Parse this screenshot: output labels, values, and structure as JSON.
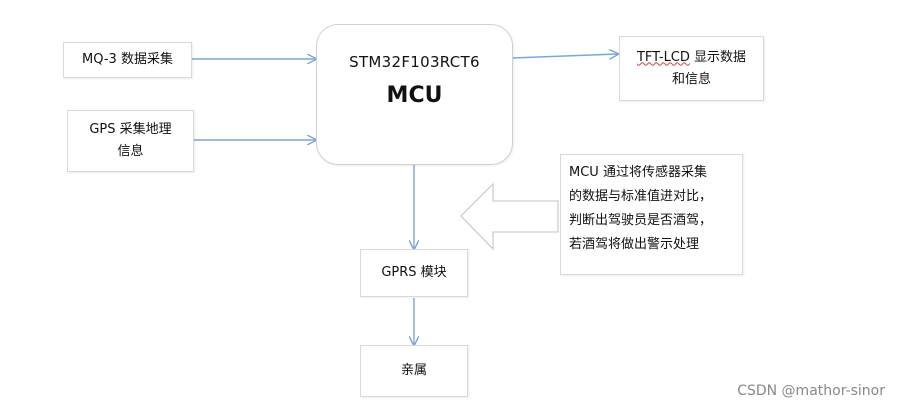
{
  "nodes": {
    "mq3": "MQ-3 数据采集",
    "gps_line1": "GPS 采集地理",
    "gps_line2": "信息",
    "mcu_chip": "STM32F103RCT6",
    "mcu_title": "MCU",
    "lcd_line1_a": "TFT-LCD",
    "lcd_line1_b": " 显示数据",
    "lcd_line2": "和信息",
    "gprs": "GPRS 模块",
    "family": "亲属"
  },
  "note": {
    "lines": [
      "MCU 通过将传感器采集",
      "的数据与标准值进对比，",
      "判断出驾驶员是否酒驾，",
      "若酒驾将做出警示处理"
    ]
  },
  "watermark": "CSDN @mathor-sinor",
  "colors": {
    "arrow": "#7aa7d6",
    "border": "#d9d9d9",
    "hollow_arrow": "#cfcfcf"
  }
}
